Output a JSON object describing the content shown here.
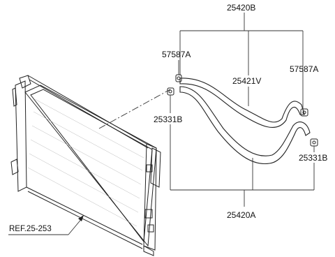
{
  "labels": {
    "hose_assy_upper": "25420B",
    "hose_assy_lower": "25420A",
    "clamp_left": "57587A",
    "clamp_right": "57587A",
    "hose_middle": "25421V",
    "clamp_b_left": "25331B",
    "clamp_b_right": "25331B",
    "reference": "REF.25-253"
  }
}
